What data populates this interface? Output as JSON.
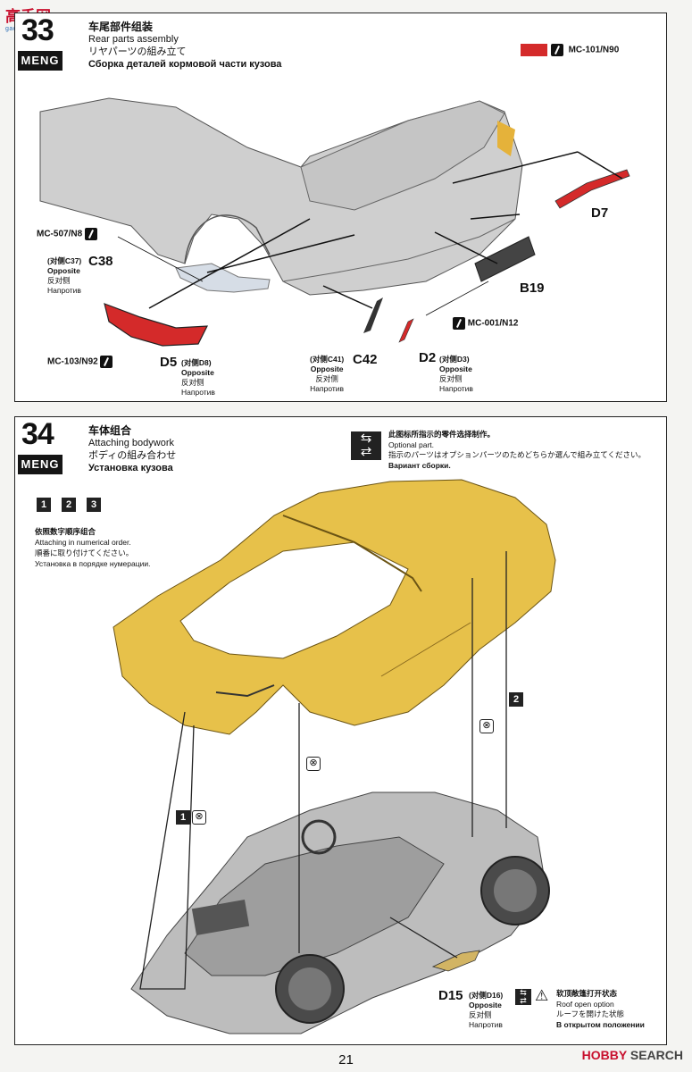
{
  "watermark": {
    "text": "高手网",
    "url_text": "gao-shou.com"
  },
  "step33": {
    "number": "33",
    "brand": "MENG",
    "title_zh": "车尾部件组装",
    "title_en": "Rear parts assembly",
    "title_ja": "リヤパーツの組み立て",
    "title_ru": "Сборка деталей кормовой части кузова",
    "paint_top": "MC-101/N90",
    "paint_top_color": "#d42a2a",
    "labels": {
      "mc507": "MC-507/N8",
      "c37_zh": "(对侧C37)",
      "c38": "C38",
      "opposite": "Opposite",
      "opposite_zh": "反对侧",
      "opposite_ru": "Напротив",
      "mc103": "MC-103/N92",
      "d5": "D5",
      "d8_zh": "(对侧D8)",
      "c41_zh": "(对侧C41)",
      "c42": "C42",
      "d2": "D2",
      "d3_zh": "(对侧D3)",
      "mc001": "MC-001/N12",
      "b19": "B19",
      "d7": "D7"
    }
  },
  "step34": {
    "number": "34",
    "brand": "MENG",
    "title_zh": "车体组合",
    "title_en": "Attaching bodywork",
    "title_ja": "ボディの組み合わせ",
    "title_ru": "Установка кузова",
    "optional_zh": "此图标所指示的零件选择制作。",
    "optional_en": "Optional part.",
    "optional_ja": "指示のパーツはオプションパーツのためどちらか選んで組み立てください。",
    "optional_ru": "Вариант сборки.",
    "order_steps": [
      "1",
      "2",
      "3"
    ],
    "order_zh": "依照数字顺序组合",
    "order_en": "Attaching in numerical order.",
    "order_ja": "順番に取り付けてください。",
    "order_ru": "Установка в порядке нумерации.",
    "step1": "1",
    "step2": "2",
    "d15": "D15",
    "d16_zh": "(对侧D16)",
    "opposite": "Opposite",
    "opposite_zh": "反对侧",
    "opposite_ru": "Напротив",
    "roof_zh": "软顶敞篷打开状态",
    "roof_en": "Roof open option",
    "roof_ja": "ルーフを開けた状態",
    "roof_ru": "В открытом положении"
  },
  "page_number": "21",
  "hobby_search": {
    "brand": "HOBBY",
    "suffix": "SEARCH"
  }
}
